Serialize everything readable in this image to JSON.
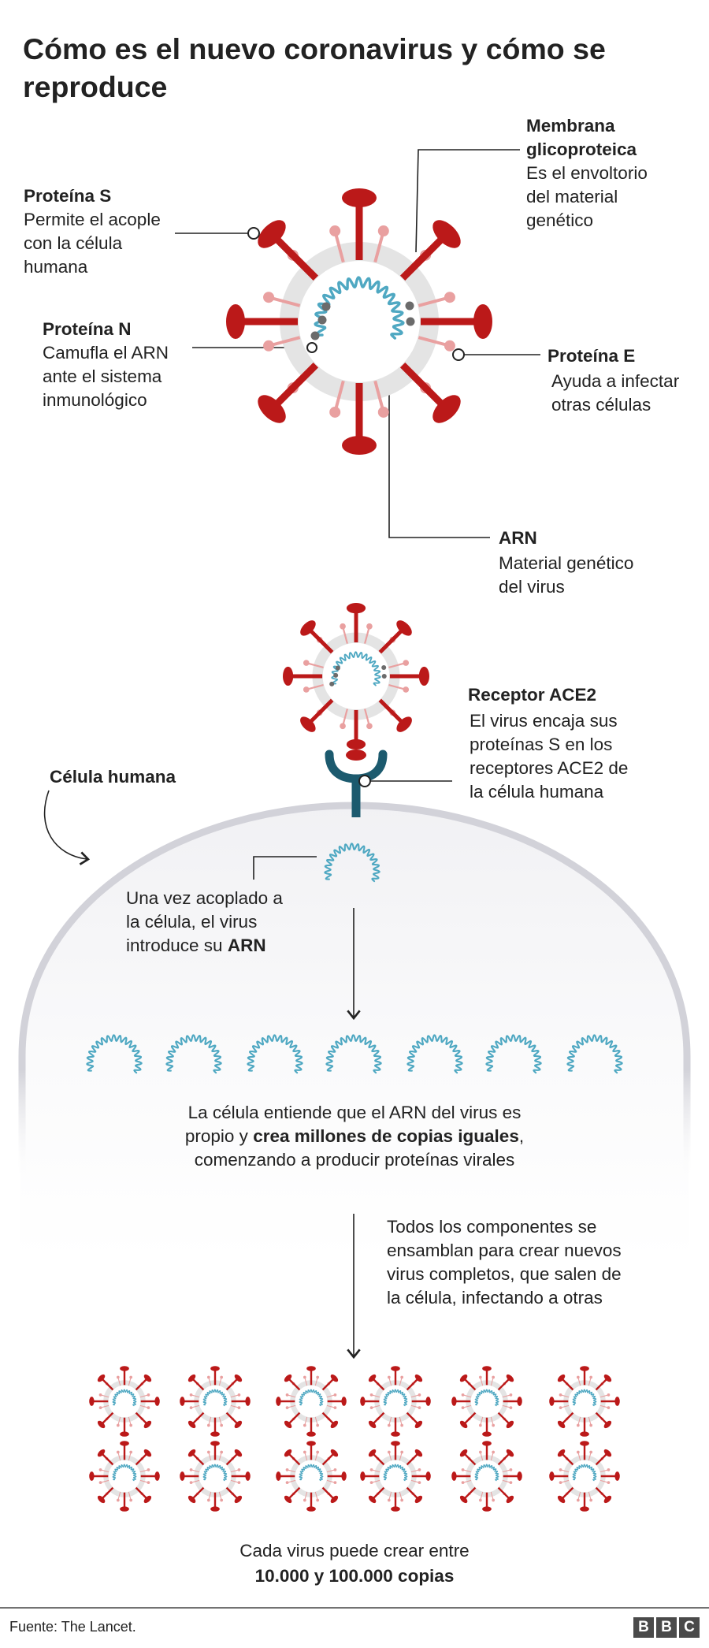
{
  "title": "Cómo es el nuevo coronavirus y cómo se reproduce",
  "labels": {
    "spike": {
      "title": "Proteína S",
      "desc": "Permite el acople\ncon la célula\nhumana"
    },
    "nprot": {
      "title": "Proteína N",
      "desc": "Camufla el ARN\nante el sistema\ninmunológico"
    },
    "membrane": {
      "title": "Membrana\nglicoproteica",
      "desc": "Es el envoltorio\ndel material\ngenético"
    },
    "eprot": {
      "title": "Proteína E",
      "desc": "Ayuda a infectar\notras células"
    },
    "arn": {
      "title": "ARN",
      "desc": "Material genético\ndel virus"
    },
    "ace2": {
      "title": "Receptor ACE2",
      "desc": "El virus encaja sus\nproteínas S en los\nreceptores ACE2 de\nla célula humana"
    },
    "cell": "Célula humana"
  },
  "steps": {
    "inject": {
      "text": "Una vez acoplado a\nla célula, el virus\nintroduce su ",
      "bold": "ARN"
    },
    "copy": {
      "pre": "La célula entiende que el ARN del virus es\npropio y ",
      "bold": "crea millones de copias iguales",
      "post": ",\ncomenzando a producir proteínas virales"
    },
    "assemble": "Todos los componentes se\nensamblan para crear nuevos\nvirus completos, que salen de\nla célula, infectando a otras",
    "result": {
      "pre": "Cada virus puede crear entre",
      "bold": "10.000 y 100.000 copias"
    }
  },
  "footer": {
    "source": "Fuente: The Lancet.",
    "brand": [
      "B",
      "B",
      "C"
    ]
  },
  "colors": {
    "spike": "#bb1919",
    "spike_light": "#e9a0a0",
    "membrane": "#e4e4e4",
    "rna": "#4fa8c2",
    "receptor": "#1c5a6e",
    "cell": "#d2d2d9",
    "nprot": "#6b6b6b"
  }
}
